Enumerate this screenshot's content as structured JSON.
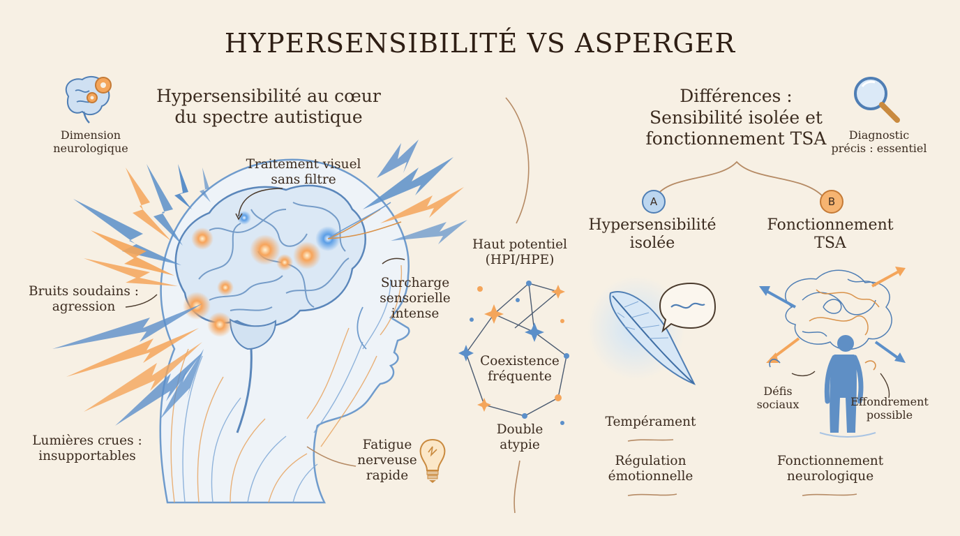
{
  "title": "HYPERSENSIBILITÉ VS ASPERGER",
  "left": {
    "heading_line1": "Hypersensibilité au cœur",
    "heading_line2": "du spectre autistique",
    "dimension_line1": "Dimension",
    "dimension_line2": "neurologique",
    "visual_line1": "Traitement visuel",
    "visual_line2": "sans filtre",
    "overload_line1": "Surcharge",
    "overload_line2": "sensorielle",
    "overload_line3": "intense",
    "noise_line1": "Bruits soudains :",
    "noise_line2": "agression",
    "light_line1": "Lumières crues :",
    "light_line2": "insupportables",
    "fatigue_line1": "Fatigue",
    "fatigue_line2": "nerveuse",
    "fatigue_line3": "rapide"
  },
  "middle": {
    "hp_line1": "Haut potentiel",
    "hp_line2": "(HPI/HPE)",
    "coexist_line1": "Coexistence",
    "coexist_line2": "fréquente",
    "double_line1": "Double",
    "double_line2": "atypie"
  },
  "right": {
    "heading_line1": "Différences :",
    "heading_line2": "Sensibilité isolée et",
    "heading_line3": "fonctionnement TSA",
    "diagnostic_line1": "Diagnostic",
    "diagnostic_line2": "précis : essentiel",
    "badge_a": "A",
    "badge_b": "B",
    "a_title_line1": "Hypersensibilité",
    "a_title_line2": "isolée",
    "b_title_line1": "Fonctionnement",
    "b_title_line2": "TSA",
    "a_temperament": "Tempérament",
    "a_regulation_line1": "Régulation",
    "a_regulation_line2": "émotionnelle",
    "b_social_line1": "Défis",
    "b_social_line2": "sociaux",
    "b_collapse_line1": "Effondrement",
    "b_collapse_line2": "possible",
    "b_neuro_line1": "Fonctionnement",
    "b_neuro_line2": "neurologique"
  },
  "colors": {
    "background": "#f7f0e4",
    "blue": "#5b8fc9",
    "orange": "#ee9a48",
    "line_brown": "#b58a64",
    "text": "#3b2b1f"
  }
}
